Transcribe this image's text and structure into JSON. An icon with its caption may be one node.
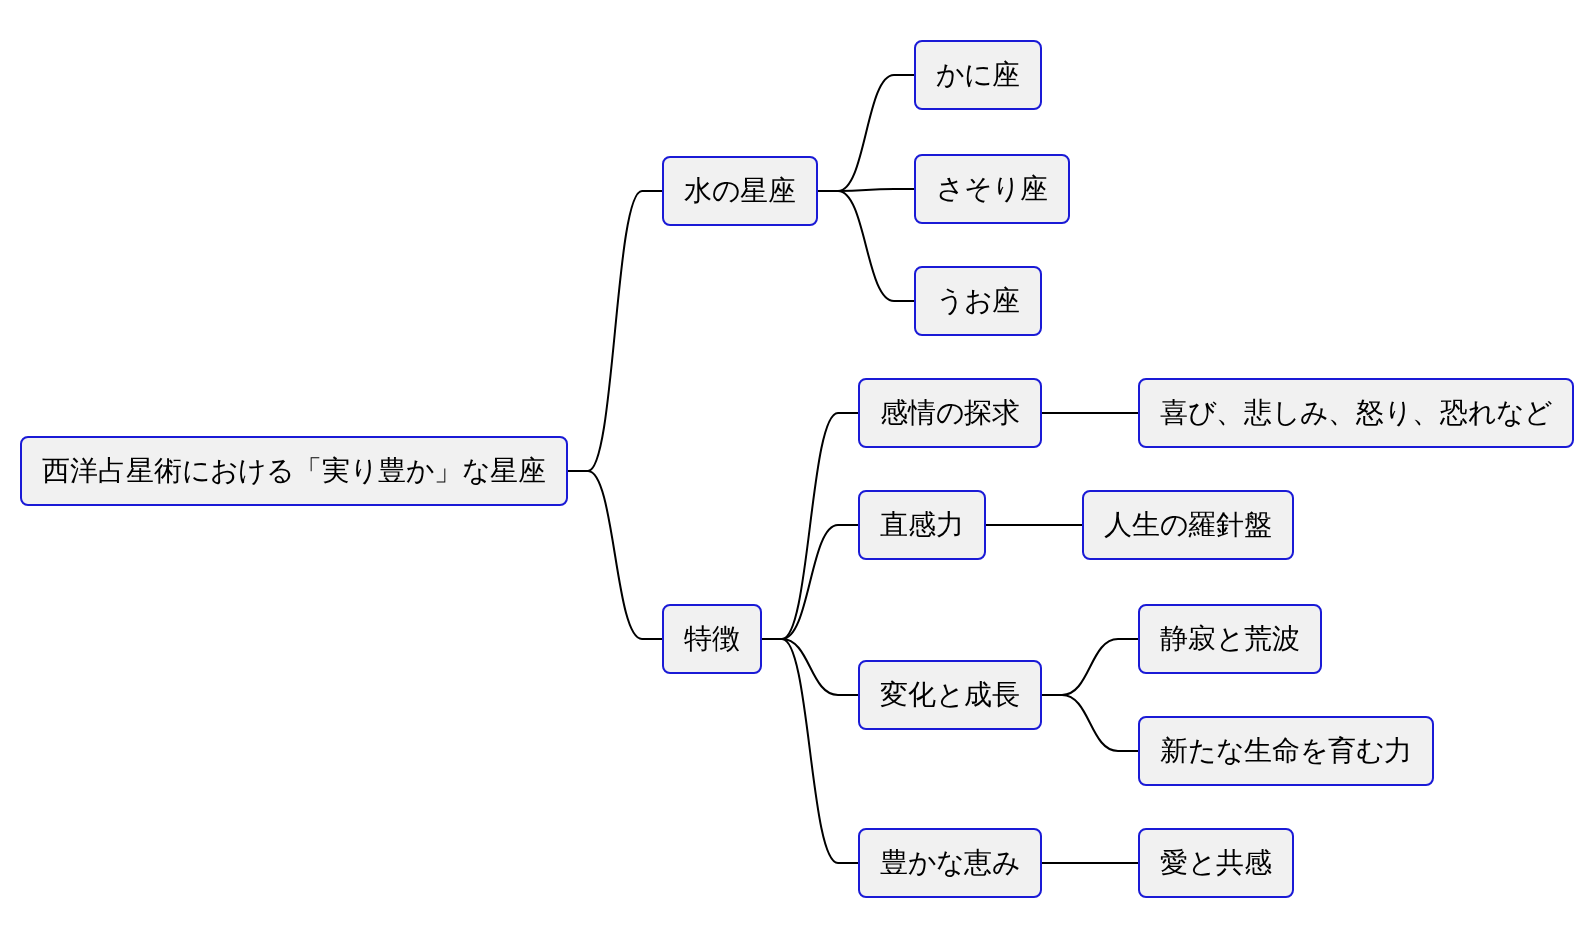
{
  "diagram": {
    "nodes": [
      {
        "text": [
          "西洋占星術における「実り豊か」な星座"
        ]
      },
      {
        "text": [
          "水の星座"
        ]
      },
      {
        "text": [
          "かに座"
        ]
      },
      {
        "text": [
          "さそり座"
        ]
      },
      {
        "text": [
          "うお座"
        ]
      },
      {
        "text": [
          "特徴"
        ]
      },
      {
        "text": [
          "感情の探求"
        ]
      },
      {
        "text": [
          "喜び、悲しみ、怒り、恐れなど"
        ]
      },
      {
        "text": [
          "直感力"
        ]
      },
      {
        "text": [
          "人生の羅針盤"
        ]
      },
      {
        "text": [
          "変化と成長"
        ]
      },
      {
        "text": [
          "静寂と荒波"
        ]
      },
      {
        "text": [
          "新たな生命を育む力"
        ]
      },
      {
        "text": [
          "豊かな恵み"
        ]
      },
      {
        "text": [
          "愛と共感"
        ]
      }
    ],
    "edges": [
      {
        "from": 0,
        "to": 1,
        "arrow": "none"
      },
      {
        "from": 1,
        "to": 2,
        "arrow": "none"
      },
      {
        "from": 1,
        "to": 3,
        "arrow": "none"
      },
      {
        "from": 1,
        "to": 4,
        "arrow": "none"
      },
      {
        "from": 0,
        "to": 5,
        "arrow": "none"
      },
      {
        "from": 5,
        "to": 6,
        "arrow": "none"
      },
      {
        "from": 6,
        "to": 7,
        "arrow": "none"
      },
      {
        "from": 5,
        "to": 8,
        "arrow": "none"
      },
      {
        "from": 8,
        "to": 9,
        "arrow": "none"
      },
      {
        "from": 5,
        "to": 10,
        "arrow": "none"
      },
      {
        "from": 10,
        "to": 11,
        "arrow": "none"
      },
      {
        "from": 10,
        "to": 12,
        "arrow": "none"
      },
      {
        "from": 5,
        "to": 13,
        "arrow": "none"
      },
      {
        "from": 13,
        "to": 14,
        "arrow": "none"
      }
    ]
  }
}
